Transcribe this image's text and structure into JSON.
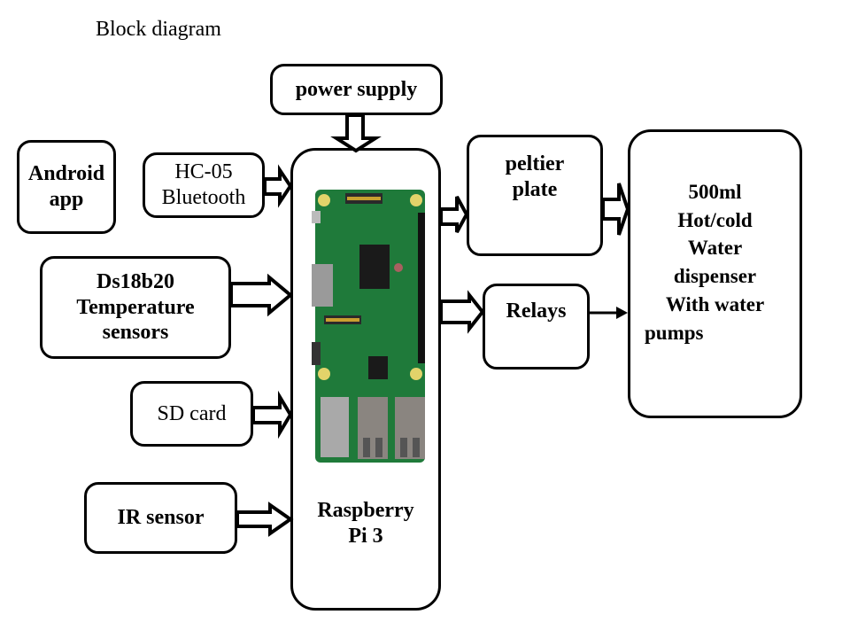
{
  "title": "Block diagram",
  "blocks": {
    "power_supply": "power supply",
    "android_app": [
      "Android",
      "app"
    ],
    "hc05": [
      "HC-05",
      "Bluetooth"
    ],
    "ds18b20": [
      "Ds18b20",
      "Temperature",
      "sensors"
    ],
    "sd_card": "SD card",
    "ir_sensor": "IR sensor",
    "raspberry_pi": [
      "Raspberry",
      "Pi 3"
    ],
    "peltier": [
      "peltier",
      "plate"
    ],
    "relays": "Relays",
    "dispenser": [
      "500ml",
      "Hot/cold",
      "Water",
      "dispenser",
      "With water",
      "pumps"
    ]
  },
  "connections": [
    {
      "from": "power supply",
      "to": "Raspberry Pi 3",
      "style": "block-arrow"
    },
    {
      "from": "HC-05 Bluetooth",
      "to": "Raspberry Pi 3",
      "style": "block-arrow"
    },
    {
      "from": "Ds18b20 Temperature sensors",
      "to": "Raspberry Pi 3",
      "style": "block-arrow"
    },
    {
      "from": "SD card",
      "to": "Raspberry Pi 3",
      "style": "block-arrow"
    },
    {
      "from": "IR sensor",
      "to": "Raspberry Pi 3",
      "style": "block-arrow"
    },
    {
      "from": "Raspberry Pi 3",
      "to": "peltier plate",
      "style": "block-arrow"
    },
    {
      "from": "Raspberry Pi 3",
      "to": "Relays",
      "style": "block-arrow"
    },
    {
      "from": "peltier plate",
      "to": "500ml Hot/cold Water dispenser",
      "style": "block-arrow"
    },
    {
      "from": "Relays",
      "to": "500ml Hot/cold Water dispenser",
      "style": "line-arrow"
    }
  ],
  "colors": {
    "stroke": "#000000",
    "background": "#ffffff",
    "pcb": "#1f7a3a"
  }
}
